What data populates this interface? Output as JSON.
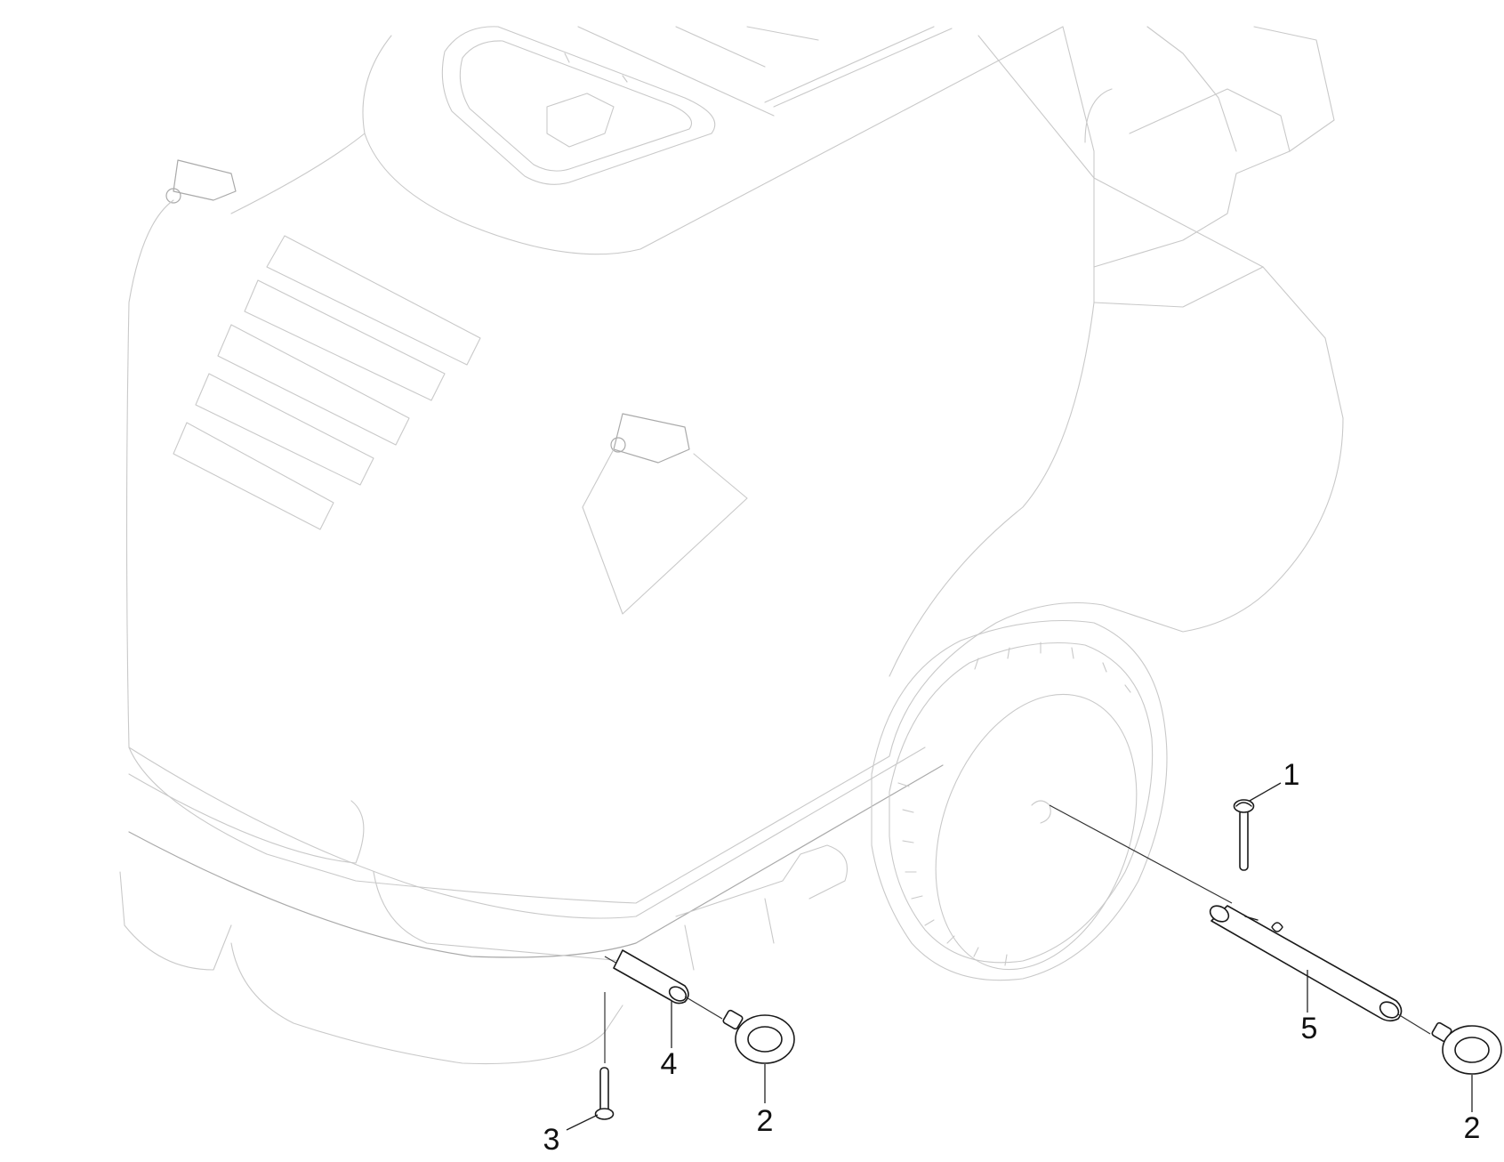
{
  "callouts": [
    {
      "id": "1",
      "label": "1"
    },
    {
      "id": "2a",
      "label": "2"
    },
    {
      "id": "2b",
      "label": "2"
    },
    {
      "id": "3",
      "label": "3"
    },
    {
      "id": "4",
      "label": "4"
    },
    {
      "id": "5",
      "label": "5"
    }
  ],
  "colors": {
    "background": "#ffffff",
    "ghost_lines": "#c9c9c9",
    "part_lines": "#1a1a1a"
  }
}
